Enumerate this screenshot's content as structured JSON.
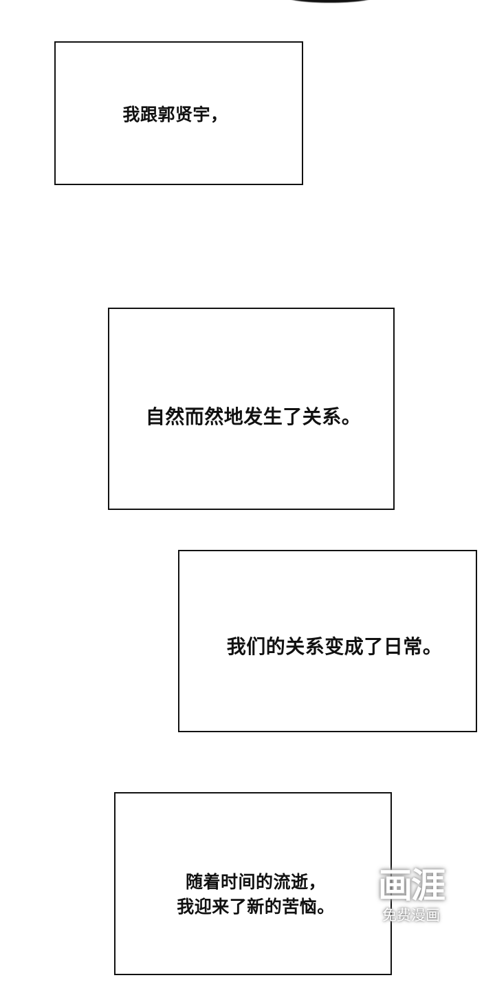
{
  "comic": {
    "panels": [
      {
        "id": "p1",
        "text": "我跟郭贤宇，"
      },
      {
        "id": "p2",
        "text": "自然而然地发生了关系。"
      },
      {
        "id": "p3",
        "text": "我们的关系变成了日常。"
      },
      {
        "id": "p4",
        "text": "随着时间的流逝，\n我迎来了新的苦恼。"
      }
    ],
    "watermark": {
      "logo": "画涯",
      "subtitle": "免费漫画"
    }
  },
  "colors": {
    "background": "#ffffff",
    "border": "#111111",
    "text": "#111111"
  }
}
